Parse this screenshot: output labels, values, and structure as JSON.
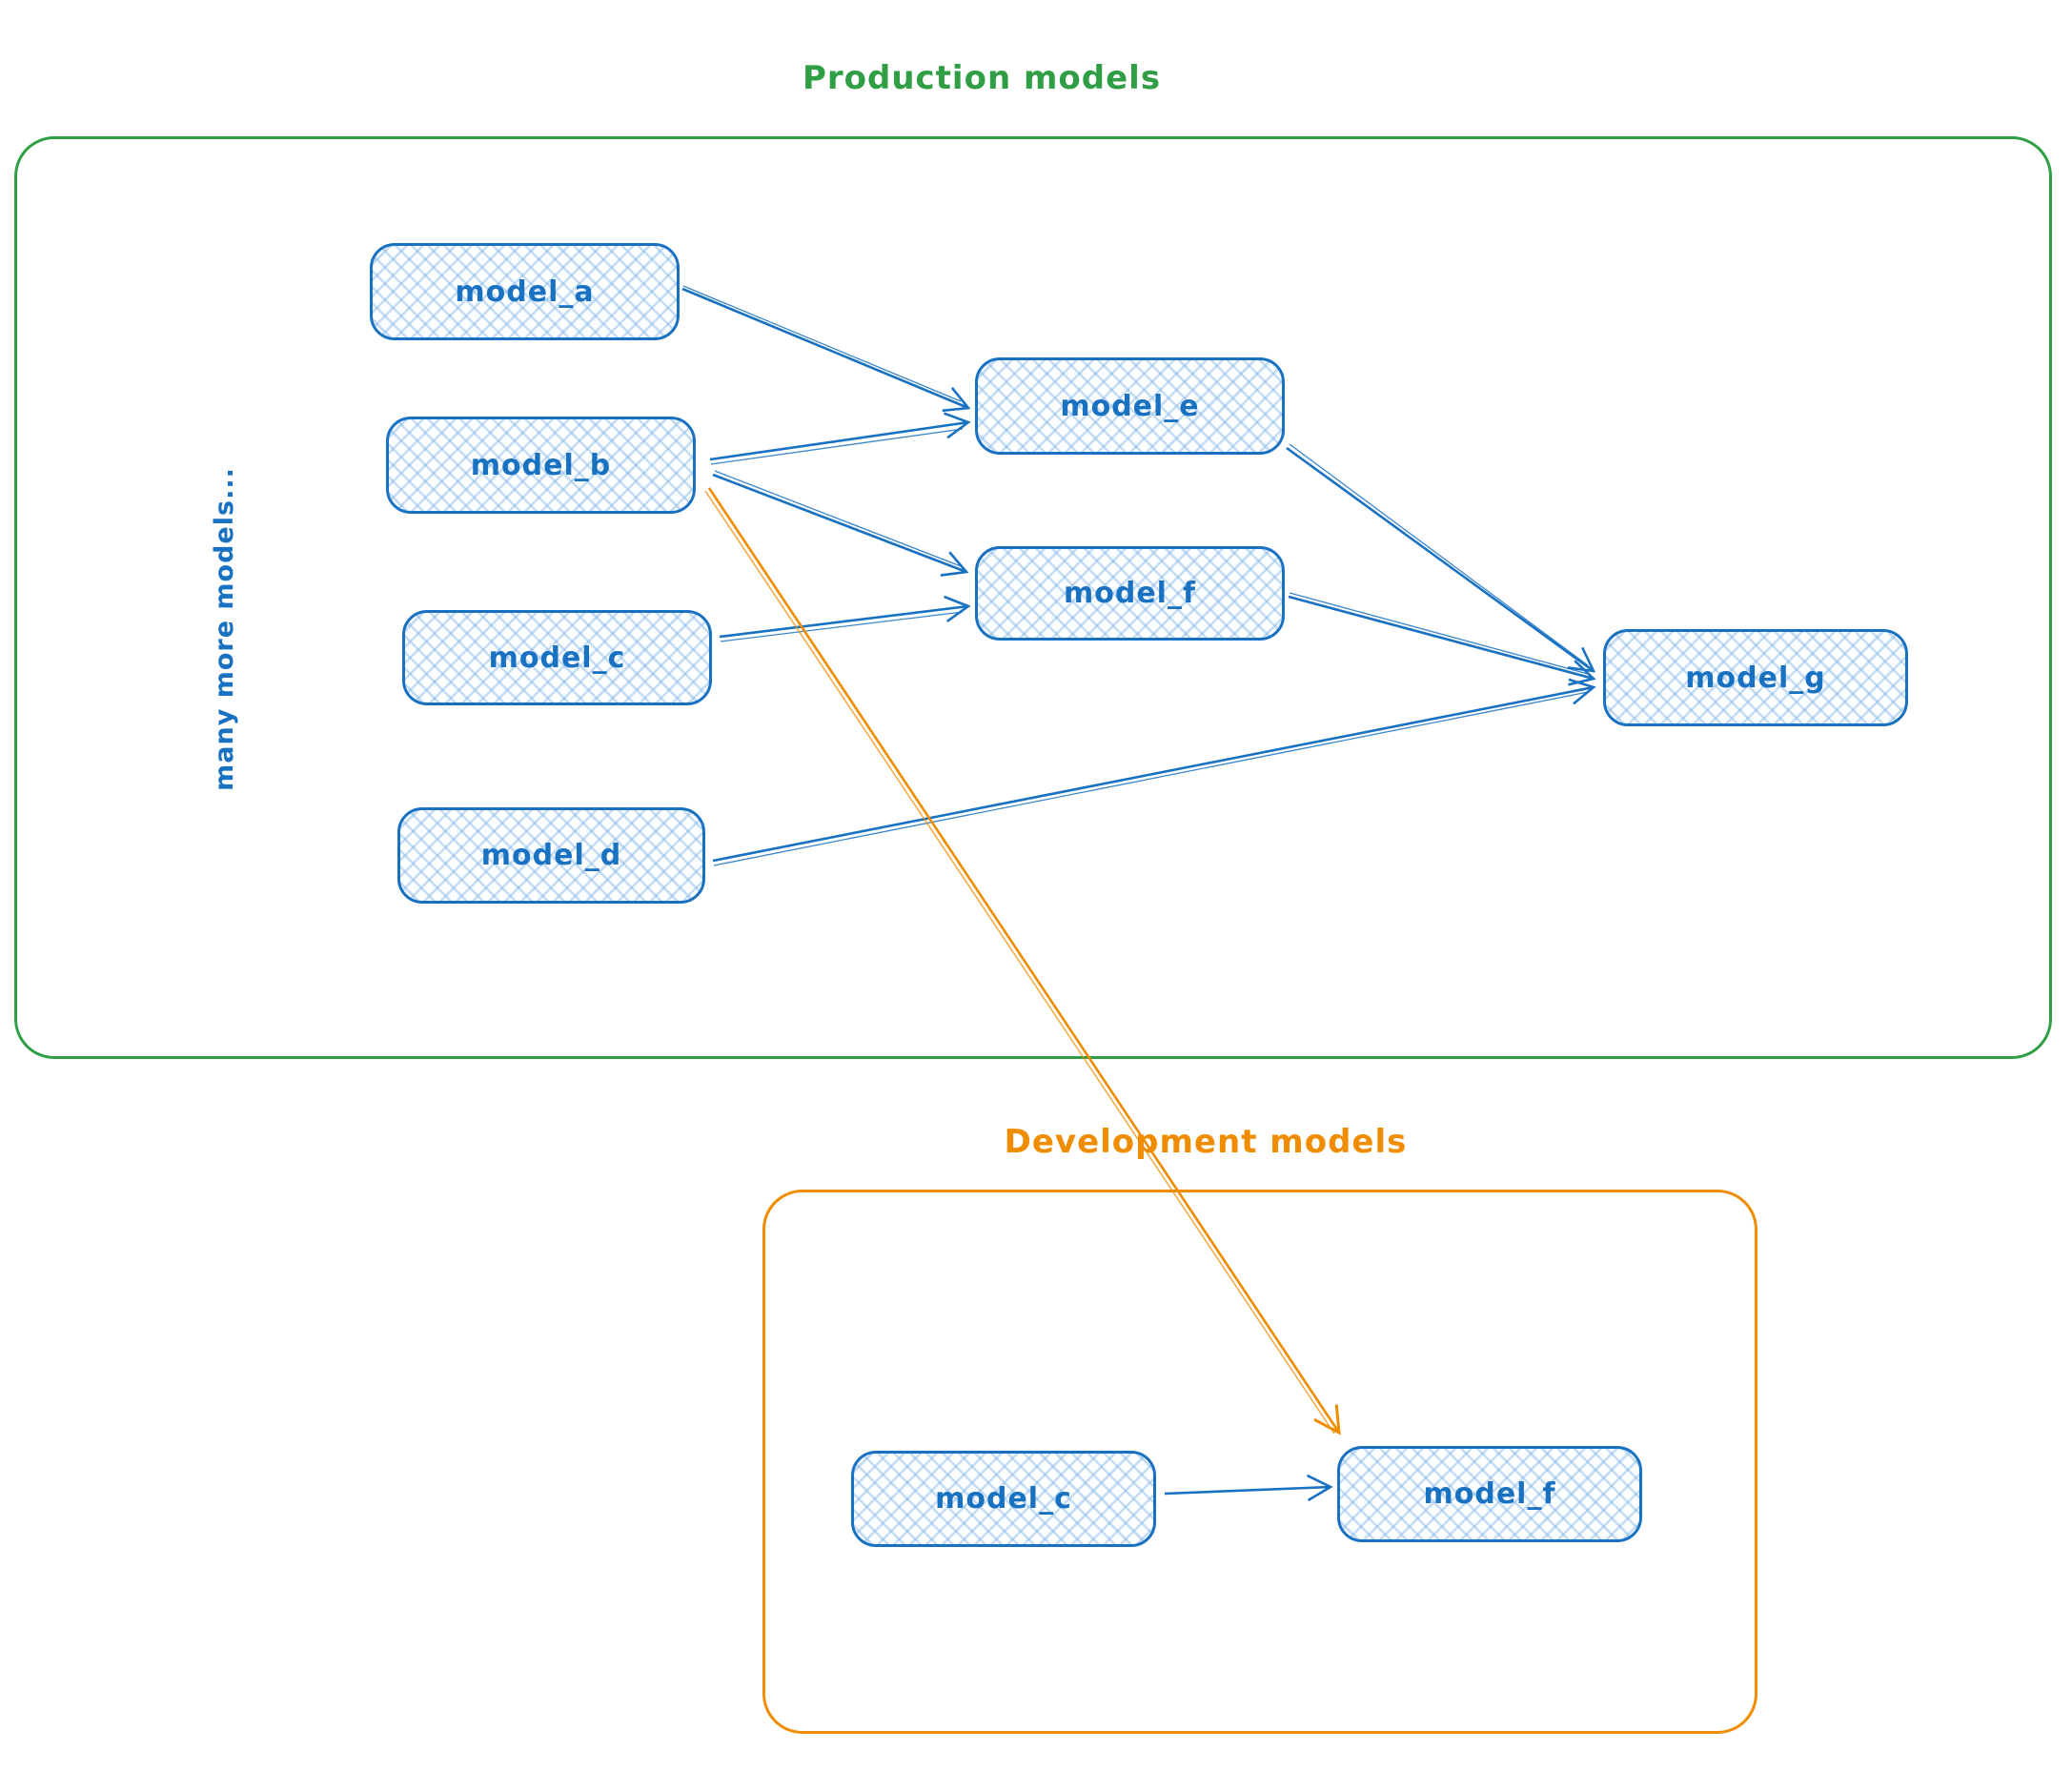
{
  "colors": {
    "production_accent": "#2f9e44",
    "development_accent": "#f08c00",
    "node_stroke": "#1971c2",
    "node_fill_hatch": "#a5d8ff",
    "blue_arrow": "#1971c2",
    "orange_arrow": "#f08c00"
  },
  "production": {
    "title": "Production models",
    "side_label": "many more models...",
    "nodes": {
      "model_a": "model_a",
      "model_b": "model_b",
      "model_c": "model_c",
      "model_d": "model_d",
      "model_e": "model_e",
      "model_f": "model_f",
      "model_g": "model_g"
    }
  },
  "development": {
    "title": "Development models",
    "nodes": {
      "model_c": "model_c",
      "model_f": "model_f"
    }
  },
  "edges": [
    {
      "from": "production.model_a",
      "to": "production.model_e",
      "color": "#1971c2"
    },
    {
      "from": "production.model_b",
      "to": "production.model_e",
      "color": "#1971c2"
    },
    {
      "from": "production.model_b",
      "to": "production.model_f",
      "color": "#1971c2"
    },
    {
      "from": "production.model_c",
      "to": "production.model_f",
      "color": "#1971c2"
    },
    {
      "from": "production.model_e",
      "to": "production.model_g",
      "color": "#1971c2"
    },
    {
      "from": "production.model_f",
      "to": "production.model_g",
      "color": "#1971c2"
    },
    {
      "from": "production.model_d",
      "to": "production.model_g",
      "color": "#1971c2"
    },
    {
      "from": "development.model_c",
      "to": "development.model_f",
      "color": "#1971c2"
    },
    {
      "from": "production.model_b",
      "to": "development.model_f",
      "color": "#f08c00"
    }
  ]
}
